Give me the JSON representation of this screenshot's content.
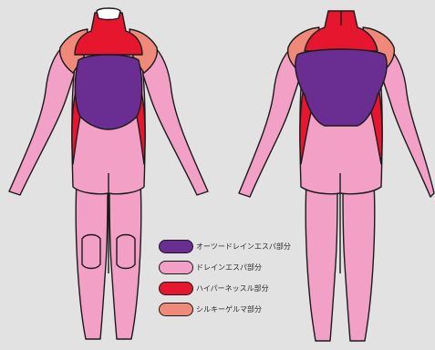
{
  "colors": {
    "background": "#e2e2e2",
    "purple": "#6a2d91",
    "pink": "#f3a0c6",
    "red": "#e5162e",
    "salmon": "#ef8a7a",
    "outline": "#1a1a1a"
  },
  "legend": {
    "items": [
      {
        "label": "オーツードレインエスパ部分",
        "color": "#6a2d91"
      },
      {
        "label": "ドレインエスパ部分",
        "color": "#f3a0c6"
      },
      {
        "label": "ハイパーネッスル部分",
        "color": "#e5162e"
      },
      {
        "label": "シルキーゲルマ部分",
        "color": "#ef8a7a"
      }
    ]
  }
}
